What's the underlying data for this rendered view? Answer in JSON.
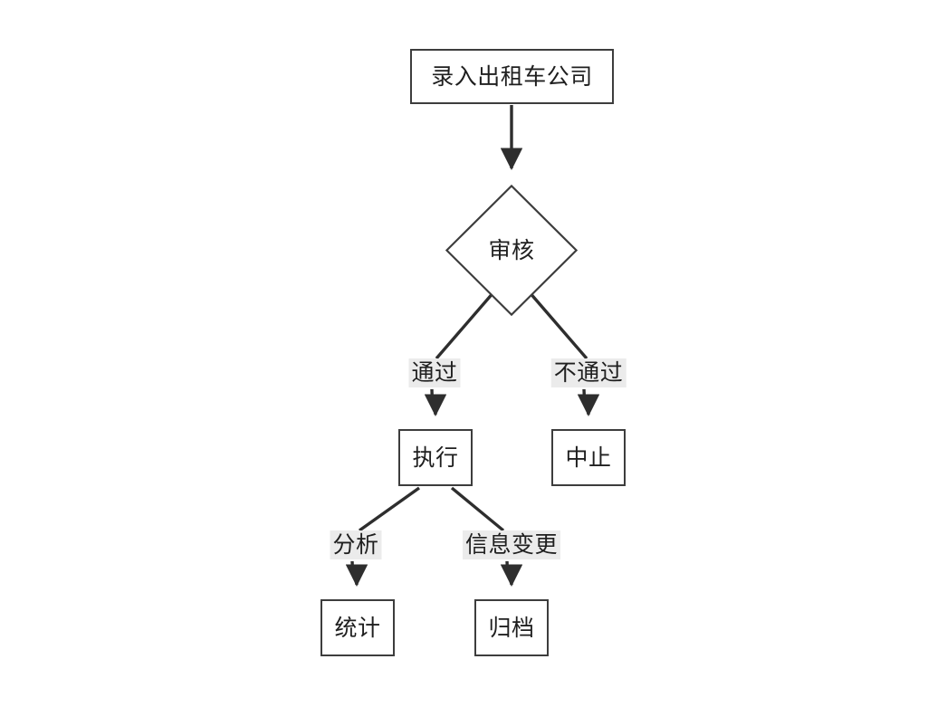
{
  "diagram": {
    "type": "flowchart",
    "title_text": "",
    "background_color": "#ffffff",
    "node_border_color": "#3d3d3d",
    "node_fill_color": "#ffffff",
    "edge_color": "#2e2e2e",
    "label_background_color": "#ebebeb",
    "text_color": "#1f1f1f",
    "nodes": [
      {
        "id": "input",
        "label": "录入出租车公司",
        "shape": "rectangle"
      },
      {
        "id": "review",
        "label": "审核",
        "shape": "diamond"
      },
      {
        "id": "execute",
        "label": "执行",
        "shape": "rectangle"
      },
      {
        "id": "abort",
        "label": "中止",
        "shape": "rectangle"
      },
      {
        "id": "stats",
        "label": "统计",
        "shape": "rectangle"
      },
      {
        "id": "archive",
        "label": "归档",
        "shape": "rectangle"
      }
    ],
    "edges": [
      {
        "from": "input",
        "to": "review",
        "label": ""
      },
      {
        "from": "review",
        "to": "execute",
        "label": "通过"
      },
      {
        "from": "review",
        "to": "abort",
        "label": "不通过"
      },
      {
        "from": "execute",
        "to": "stats",
        "label": "分析"
      },
      {
        "from": "execute",
        "to": "archive",
        "label": "信息变更"
      }
    ]
  }
}
